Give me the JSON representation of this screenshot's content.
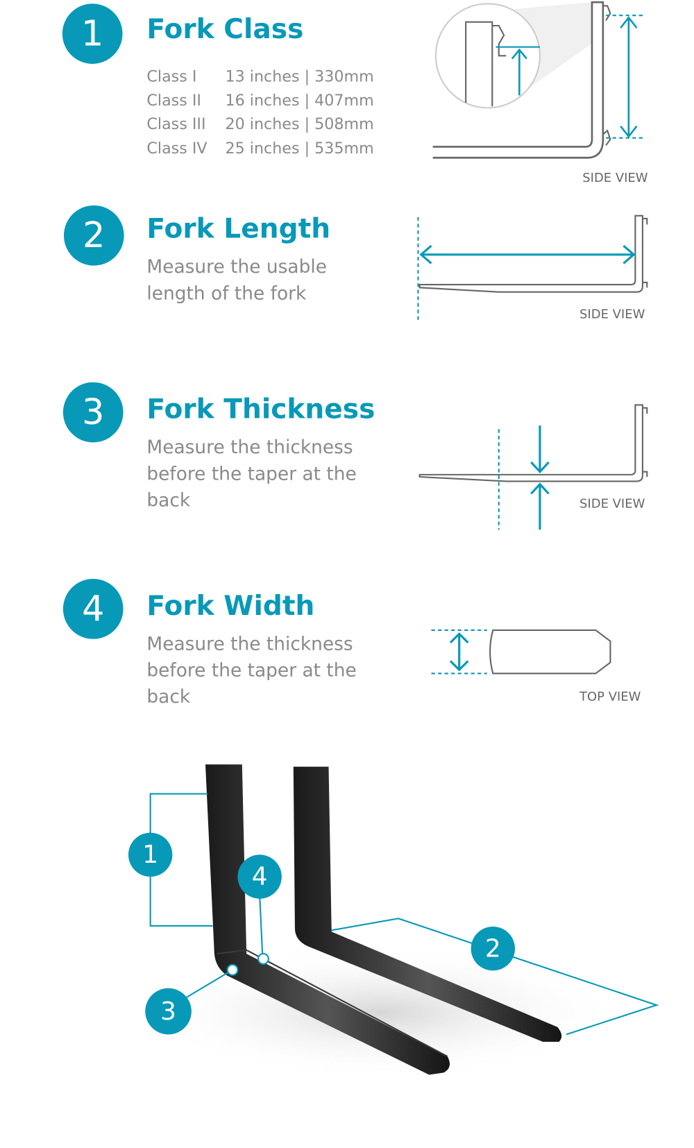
{
  "sections": [
    {
      "number": "1",
      "title": "Fork Class",
      "view_label": "SIDE VIEW",
      "classes": [
        {
          "name": "Class I",
          "size": "13 inches | 330mm"
        },
        {
          "name": "Class II",
          "size": "16 inches | 407mm"
        },
        {
          "name": "Class III",
          "size": "20 inches | 508mm"
        },
        {
          "name": "Class IV",
          "size": "25 inches | 535mm"
        }
      ]
    },
    {
      "number": "2",
      "title": "Fork Length",
      "description": "Measure the usable length of the fork",
      "view_label": "SIDE VIEW"
    },
    {
      "number": "3",
      "title": "Fork Thickness",
      "description": "Measure the thickness before the taper at the back",
      "view_label": "SIDE VIEW"
    },
    {
      "number": "4",
      "title": "Fork Width",
      "description": "Measure the thickness before the taper at the back",
      "view_label": "TOP VIEW"
    }
  ],
  "illustration": {
    "callouts": [
      "1",
      "2",
      "3",
      "4"
    ]
  },
  "colors": {
    "accent": "#0899b8",
    "text": "#8a8a8a",
    "line": "#666666"
  }
}
